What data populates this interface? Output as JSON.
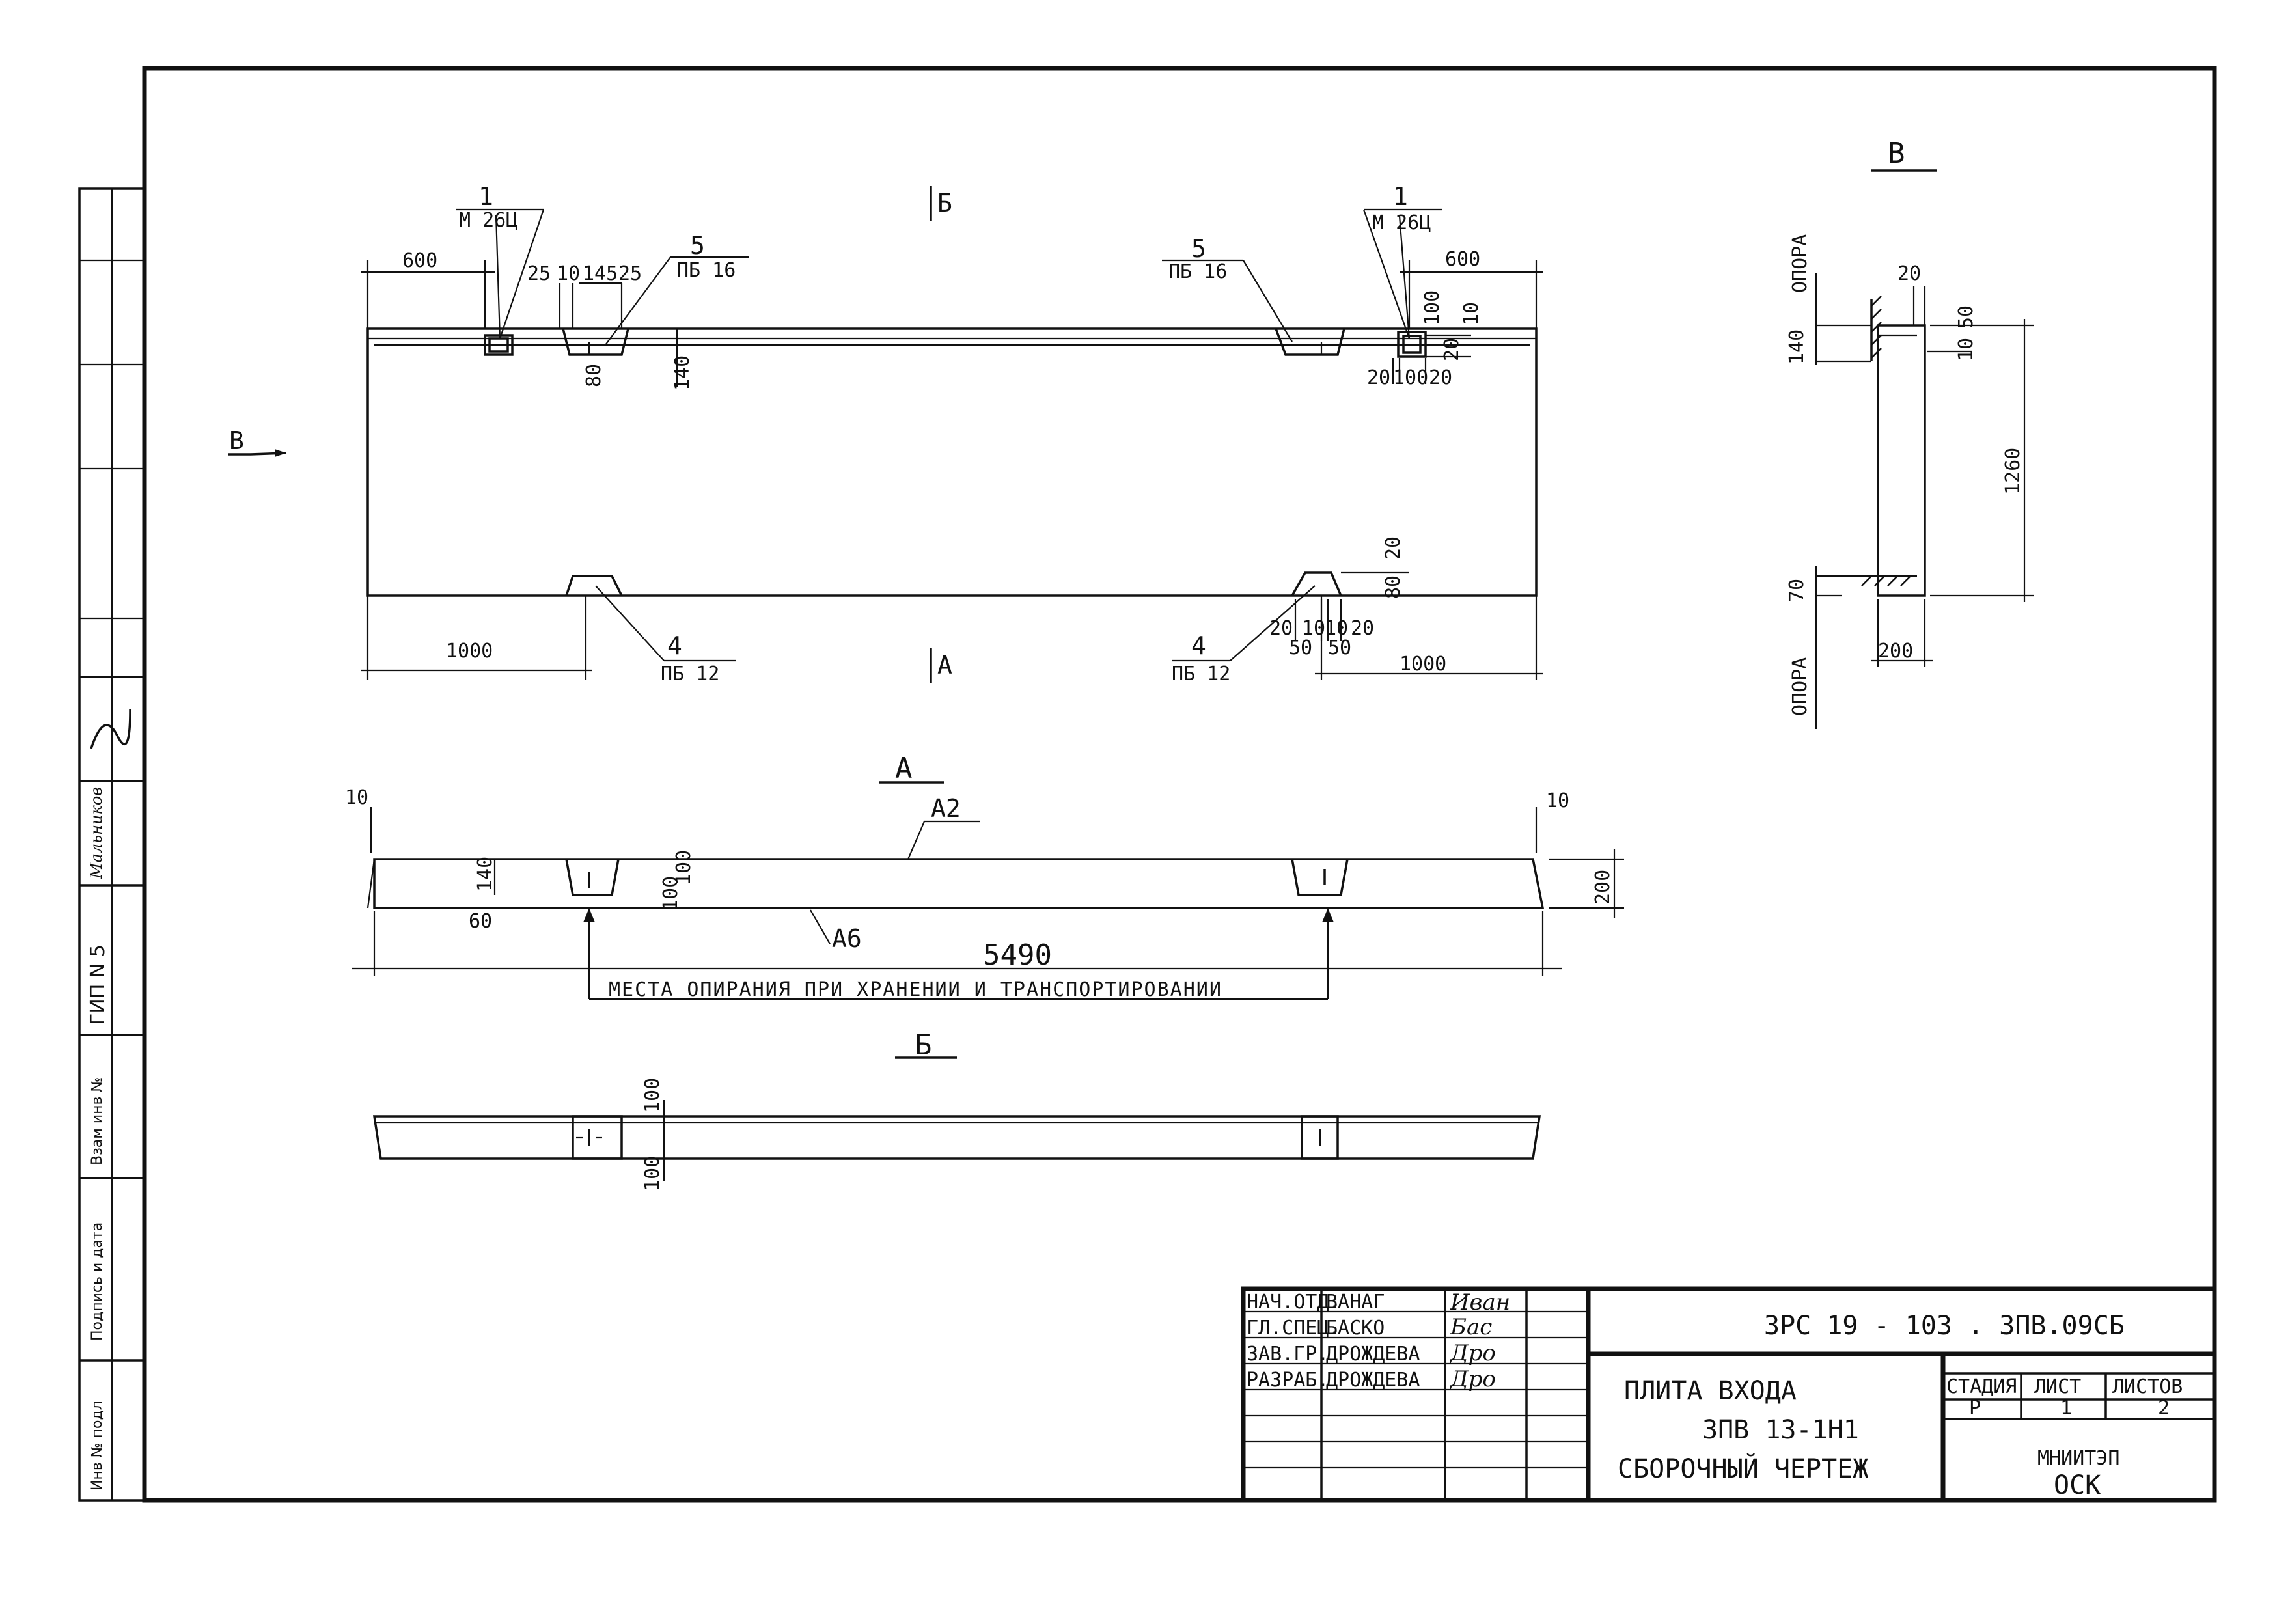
{
  "views": {
    "plan": {
      "marker_b": "Б",
      "marker_a": "А",
      "marker_v": "В",
      "callout_1_left": {
        "num": "1",
        "mark": "М 26Ц"
      },
      "callout_1_right": {
        "num": "1",
        "mark": "М 26Ц"
      },
      "callout_5_left": {
        "num": "5",
        "mark": "ПБ 16"
      },
      "callout_5_right": {
        "num": "5",
        "mark": "ПБ 16"
      },
      "callout_4_left": {
        "num": "4",
        "mark": "ПБ 12"
      },
      "callout_4_right": {
        "num": "4",
        "mark": "ПБ 12"
      },
      "dims": {
        "left_600": "600",
        "right_600": "600",
        "d25a": "25",
        "d10": "10",
        "d145": "145",
        "d25b": "25",
        "d80": "80",
        "d140": "140",
        "r100": "100",
        "r20": "20",
        "r10": "10",
        "b20a": "20",
        "b100": "100",
        "b20b": "20",
        "bot_80": "80",
        "bot_20": "20",
        "bot_20a": "20",
        "bot_10": "10",
        "bot_10b": "10",
        "bot_20c": "20",
        "bot_50a": "50",
        "bot_50b": "50",
        "left_1000": "1000",
        "right_1000": "1000"
      }
    },
    "section_a": {
      "title": "А",
      "callout_a2": "А2",
      "callout_a6": "А6",
      "dims": {
        "d10l": "10",
        "d10r": "10",
        "d140": "140",
        "d60": "60",
        "d100a": "100",
        "d100b": "100",
        "d200": "200",
        "length": "5490"
      },
      "support_note": "МЕСТА ОПИРАНИЯ ПРИ ХРАНЕНИИ И ТРАНСПОРТИРОВАНИИ"
    },
    "section_b": {
      "title": "Б",
      "dims": {
        "d100top": "100",
        "d100bot": "100"
      }
    },
    "view_v": {
      "title": "В",
      "support_top": "ОПОРА",
      "support_bot": "ОПОРА",
      "dims": {
        "d140": "140",
        "d20": "20",
        "d10": "10",
        "d50": "50",
        "d1260": "1260",
        "d70": "70",
        "d200": "200"
      }
    }
  },
  "side_stamp": {
    "inv_podl": "Инв № подл",
    "podpis": "Подпись и дата",
    "vzam": "Взам инв №",
    "gip": "ГИП  N 5",
    "hand_name": "Мальников"
  },
  "title_block": {
    "code": "ЗРС 19 - 103   . 3ПВ.09СБ",
    "roles": [
      {
        "role": "НАЧ.ОТД.",
        "name": "ВАНАГ",
        "sig": "Иван"
      },
      {
        "role": "ГЛ.СПЕЦ.",
        "name": "БАСКО",
        "sig": "Бас"
      },
      {
        "role": "ЗАВ.ГР.",
        "name": "ДРОЖДЕВА",
        "sig": "Дро"
      },
      {
        "role": "РАЗРАБ.",
        "name": "ДРОЖДЕВА",
        "sig": "Дро"
      }
    ],
    "doc_title_1": "ПЛИТА ВХОДА",
    "doc_title_2": "3ПВ 13-1Н1",
    "doc_title_3": "СБОРОЧНЫЙ ЧЕРТЕЖ",
    "stage_header": "СТАДИЯ",
    "sheet_header": "ЛИСТ",
    "sheets_header": "ЛИСТОВ",
    "stage": "Р",
    "sheet": "1",
    "sheets": "2",
    "org_1": "МНИИТЭП",
    "org_2": "ОСК"
  }
}
